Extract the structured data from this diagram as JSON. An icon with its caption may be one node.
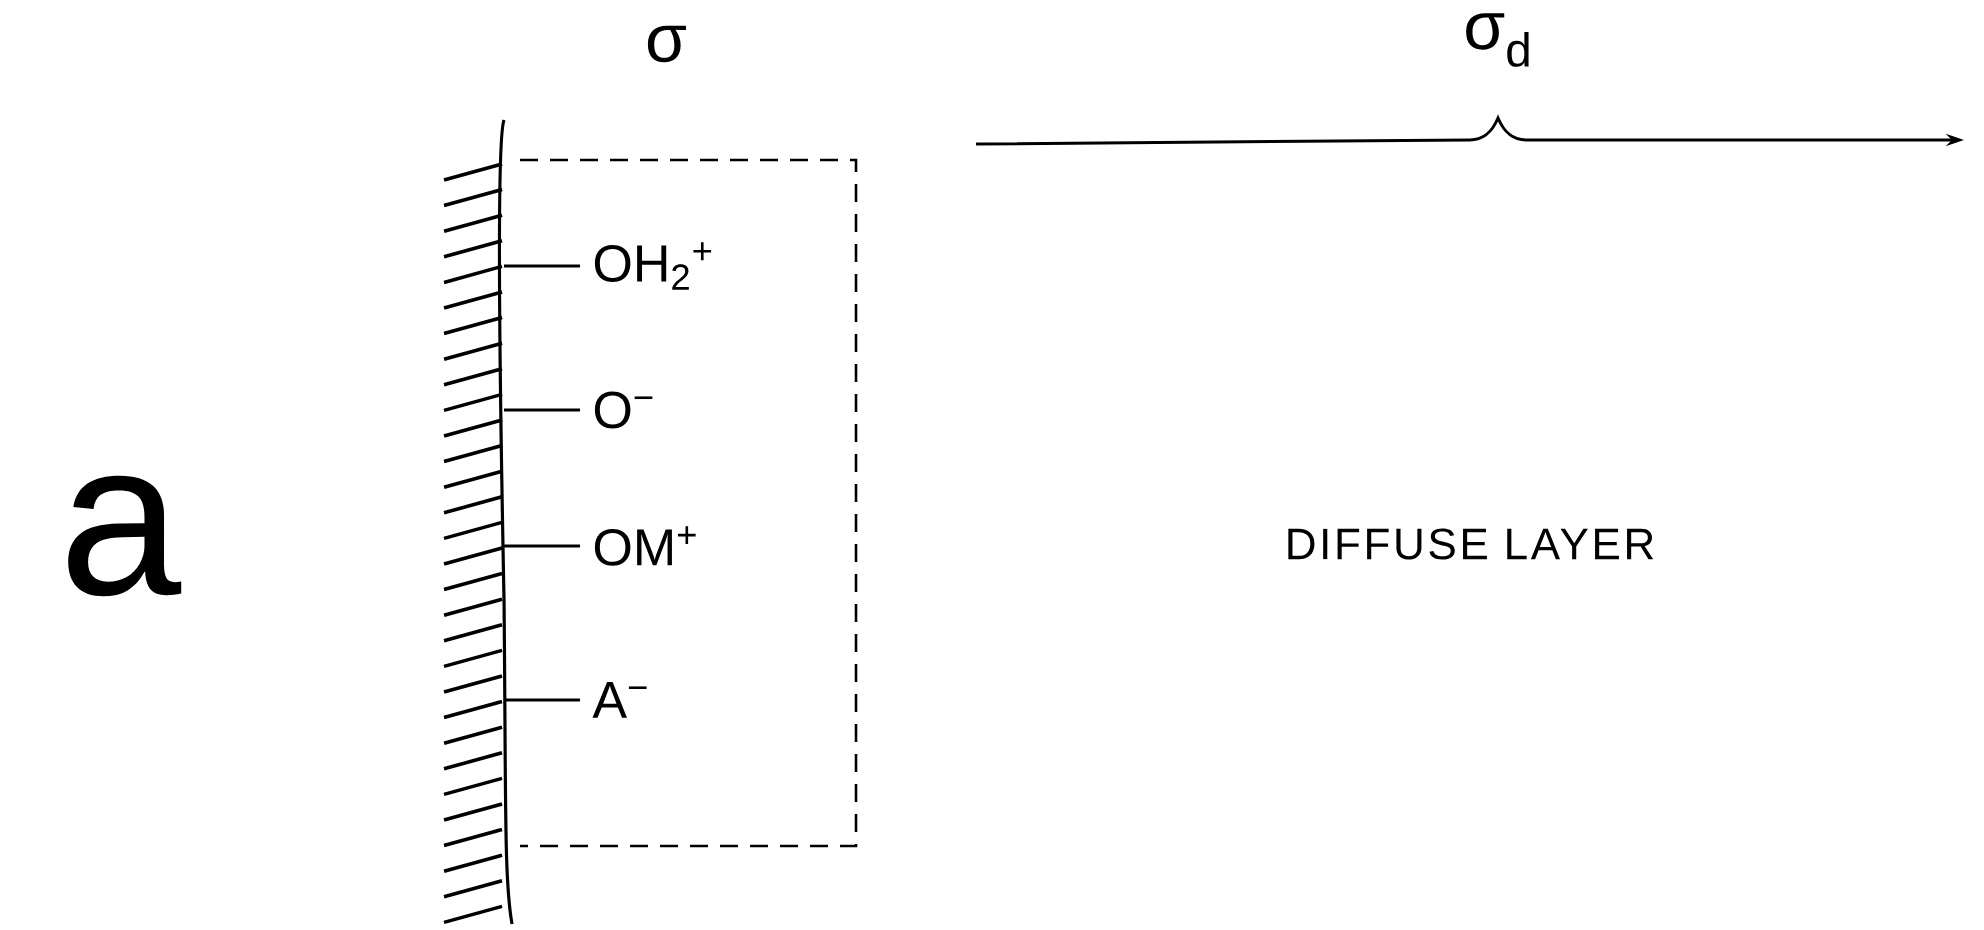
{
  "diagram": {
    "labels": [
      "a",
      "σ",
      "σ$_{d}$",
      "OH$_{2}$$^{+}$",
      "O$^{−}$",
      "OM$^{+}$",
      "A$^{−}$",
      "DIFFUSE LAYER"
    ]
  }
}
